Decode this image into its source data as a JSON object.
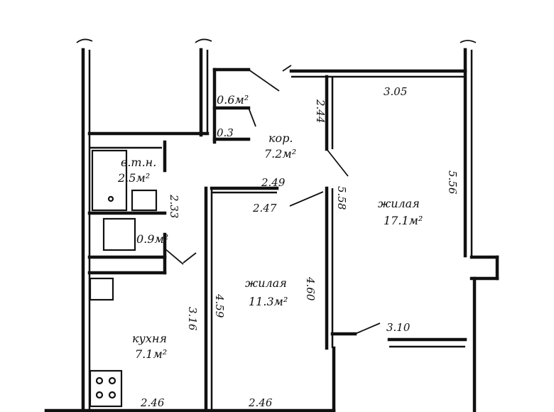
{
  "rooms": {
    "storage_area": "0.6м²",
    "storage_size": "0.3",
    "corridor_name": "кор.",
    "corridor_area": "7.2м²",
    "bath_name": "в.т.н.",
    "bath_area": "2.5м²",
    "toilet_area": "0.9м²",
    "bedroom_name": "жилая",
    "bedroom_area": "11.3м²",
    "living_name": "жилая",
    "living_area": "17.1м²",
    "kitchen_name": "кухня",
    "kitchen_area": "7.1м²"
  },
  "dims": {
    "living_width": "3.05",
    "corridor_short": "2.44",
    "living_length": "5.56",
    "bedroom_top": "2.49",
    "bedroom_inner": "2.47",
    "corridor_length": "5.58",
    "bath_length": "2.33",
    "bedroom_left": "4.59",
    "bedroom_right": "4.60",
    "kitchen_length": "3.16",
    "living_bottom": "3.10",
    "kitchen_width": "2.46",
    "bedroom_width": "2.46"
  }
}
